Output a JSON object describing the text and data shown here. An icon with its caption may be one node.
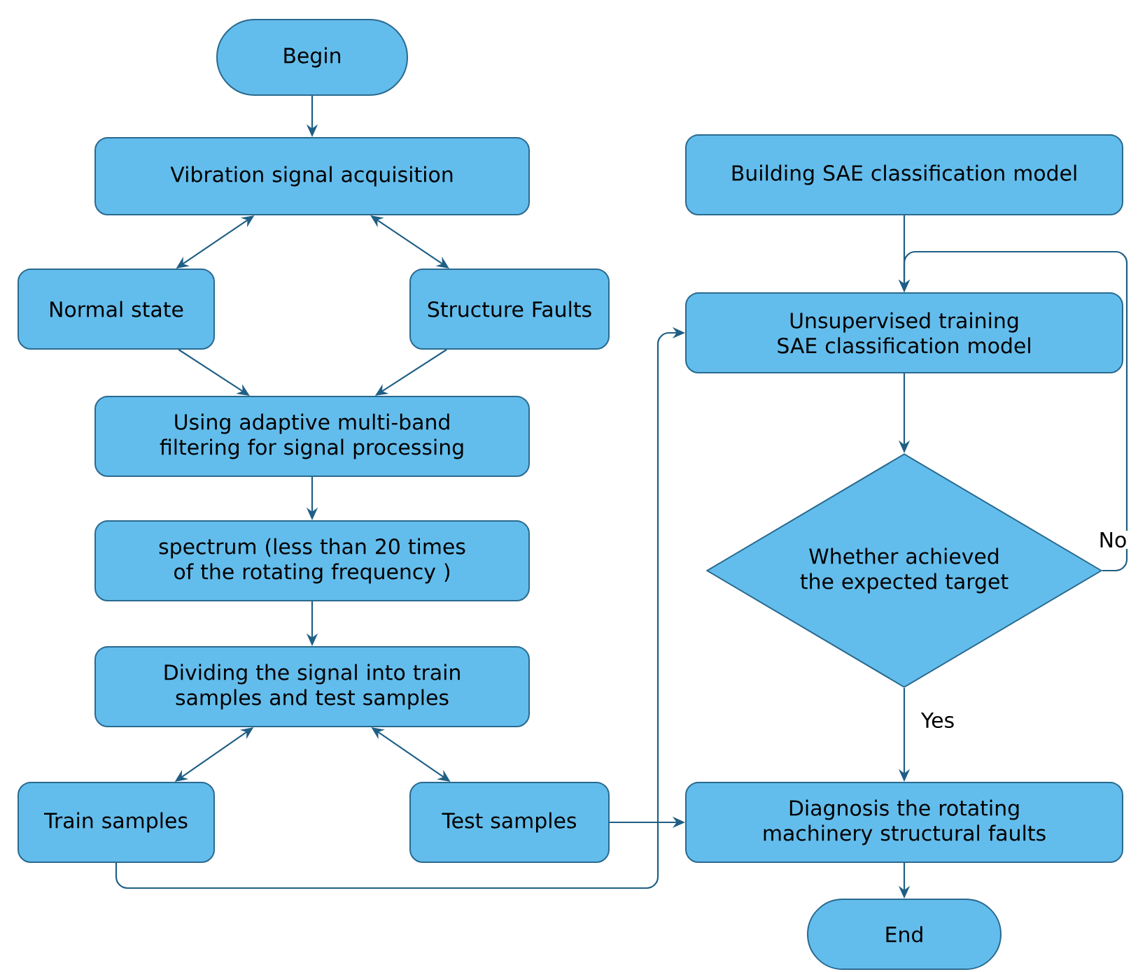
{
  "diagram": {
    "nodes": [
      {
        "text": [
          "Begin"
        ]
      },
      {
        "text": [
          "Vibration signal acquisition"
        ]
      },
      {
        "text": [
          "Normal state"
        ]
      },
      {
        "text": [
          "Structure Faults"
        ]
      },
      {
        "text": [
          "Using adaptive multi-band filtering for signal processing"
        ]
      },
      {
        "text": [
          "spectrum (less than 20 times of the rotating frequency )"
        ]
      },
      {
        "text": [
          "Dividing the signal into train samples and test samples"
        ]
      },
      {
        "text": [
          "Train samples"
        ]
      },
      {
        "text": [
          "Test samples"
        ]
      },
      {
        "text": [
          "Building SAE classification model"
        ]
      },
      {
        "text": [
          "Unsupervised training SAE classification model"
        ]
      },
      {
        "text": [
          "Whether achieved the expected target"
        ]
      },
      {
        "text": [
          "Diagnosis the rotating machinery structural faults"
        ]
      },
      {
        "text": [
          "End"
        ]
      }
    ],
    "edges": [
      {
        "from": 0,
        "to": 1,
        "arrow": "to"
      },
      {
        "from": 1,
        "to": 2,
        "arrow": "both"
      },
      {
        "from": 1,
        "to": 3,
        "arrow": "both"
      },
      {
        "from": 2,
        "to": 4,
        "arrow": "to"
      },
      {
        "from": 3,
        "to": 4,
        "arrow": "to"
      },
      {
        "from": 4,
        "to": 5,
        "arrow": "to"
      },
      {
        "from": 5,
        "to": 6,
        "arrow": "to"
      },
      {
        "from": 6,
        "to": 7,
        "arrow": "both"
      },
      {
        "from": 6,
        "to": 8,
        "arrow": "both"
      },
      {
        "from": 7,
        "to": 10,
        "arrow": "to"
      },
      {
        "from": 8,
        "to": 12,
        "arrow": "to"
      },
      {
        "from": 9,
        "to": 10,
        "arrow": "to"
      },
      {
        "from": 10,
        "to": 11,
        "arrow": "to"
      },
      {
        "from": 11,
        "to": 12,
        "arrow": "to",
        "label": "Yes"
      },
      {
        "from": 11,
        "to": 10,
        "arrow": "to",
        "label": "No"
      },
      {
        "from": 12,
        "to": 13,
        "arrow": "to"
      }
    ]
  }
}
